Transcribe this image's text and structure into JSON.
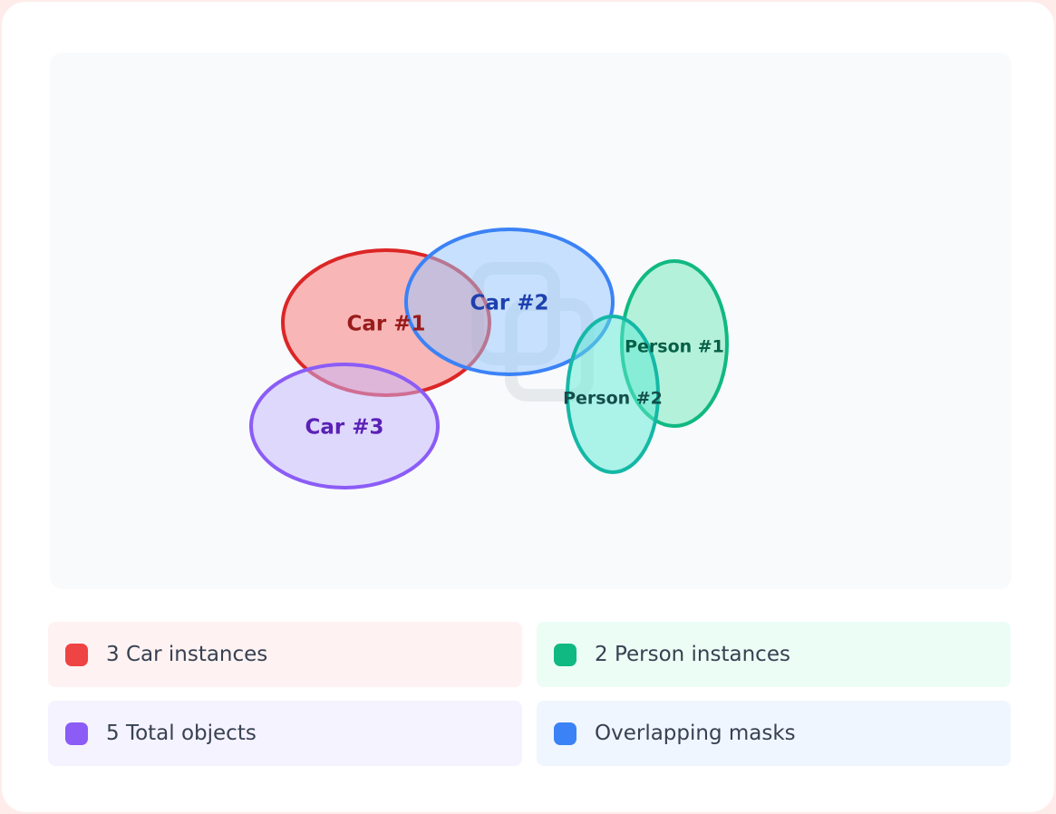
{
  "masks": [
    {
      "id": "car-1",
      "label": "Car #1",
      "fill": "#f87171",
      "stroke": "#dc2626",
      "text_color": "#991b1b"
    },
    {
      "id": "car-2",
      "label": "Car #2",
      "fill": "#93c5fd",
      "stroke": "#3b82f6",
      "text_color": "#1e40af"
    },
    {
      "id": "car-3",
      "label": "Car #3",
      "fill": "#c4b5fd",
      "stroke": "#8b5cf6",
      "text_color": "#5b21b6"
    },
    {
      "id": "person-1",
      "label": "Person #1",
      "fill": "#6ee7b7",
      "stroke": "#10b981",
      "text_color": "#065f46"
    },
    {
      "id": "person-2",
      "label": "Person #2",
      "fill": "#5eead4",
      "stroke": "#14b8a6",
      "text_color": "#134e4a"
    }
  ],
  "legend": [
    {
      "label": "3 Car instances",
      "color": "#ef4444",
      "background": "#fef2f2"
    },
    {
      "label": "2 Person instances",
      "color": "#10b981",
      "background": "#ecfdf5"
    },
    {
      "label": "5 Total objects",
      "color": "#8b5cf6",
      "background": "#f5f3ff"
    },
    {
      "label": "Overlapping masks",
      "color": "#3b82f6",
      "background": "#eff6ff"
    }
  ],
  "watermark_icon": "copy-icon"
}
